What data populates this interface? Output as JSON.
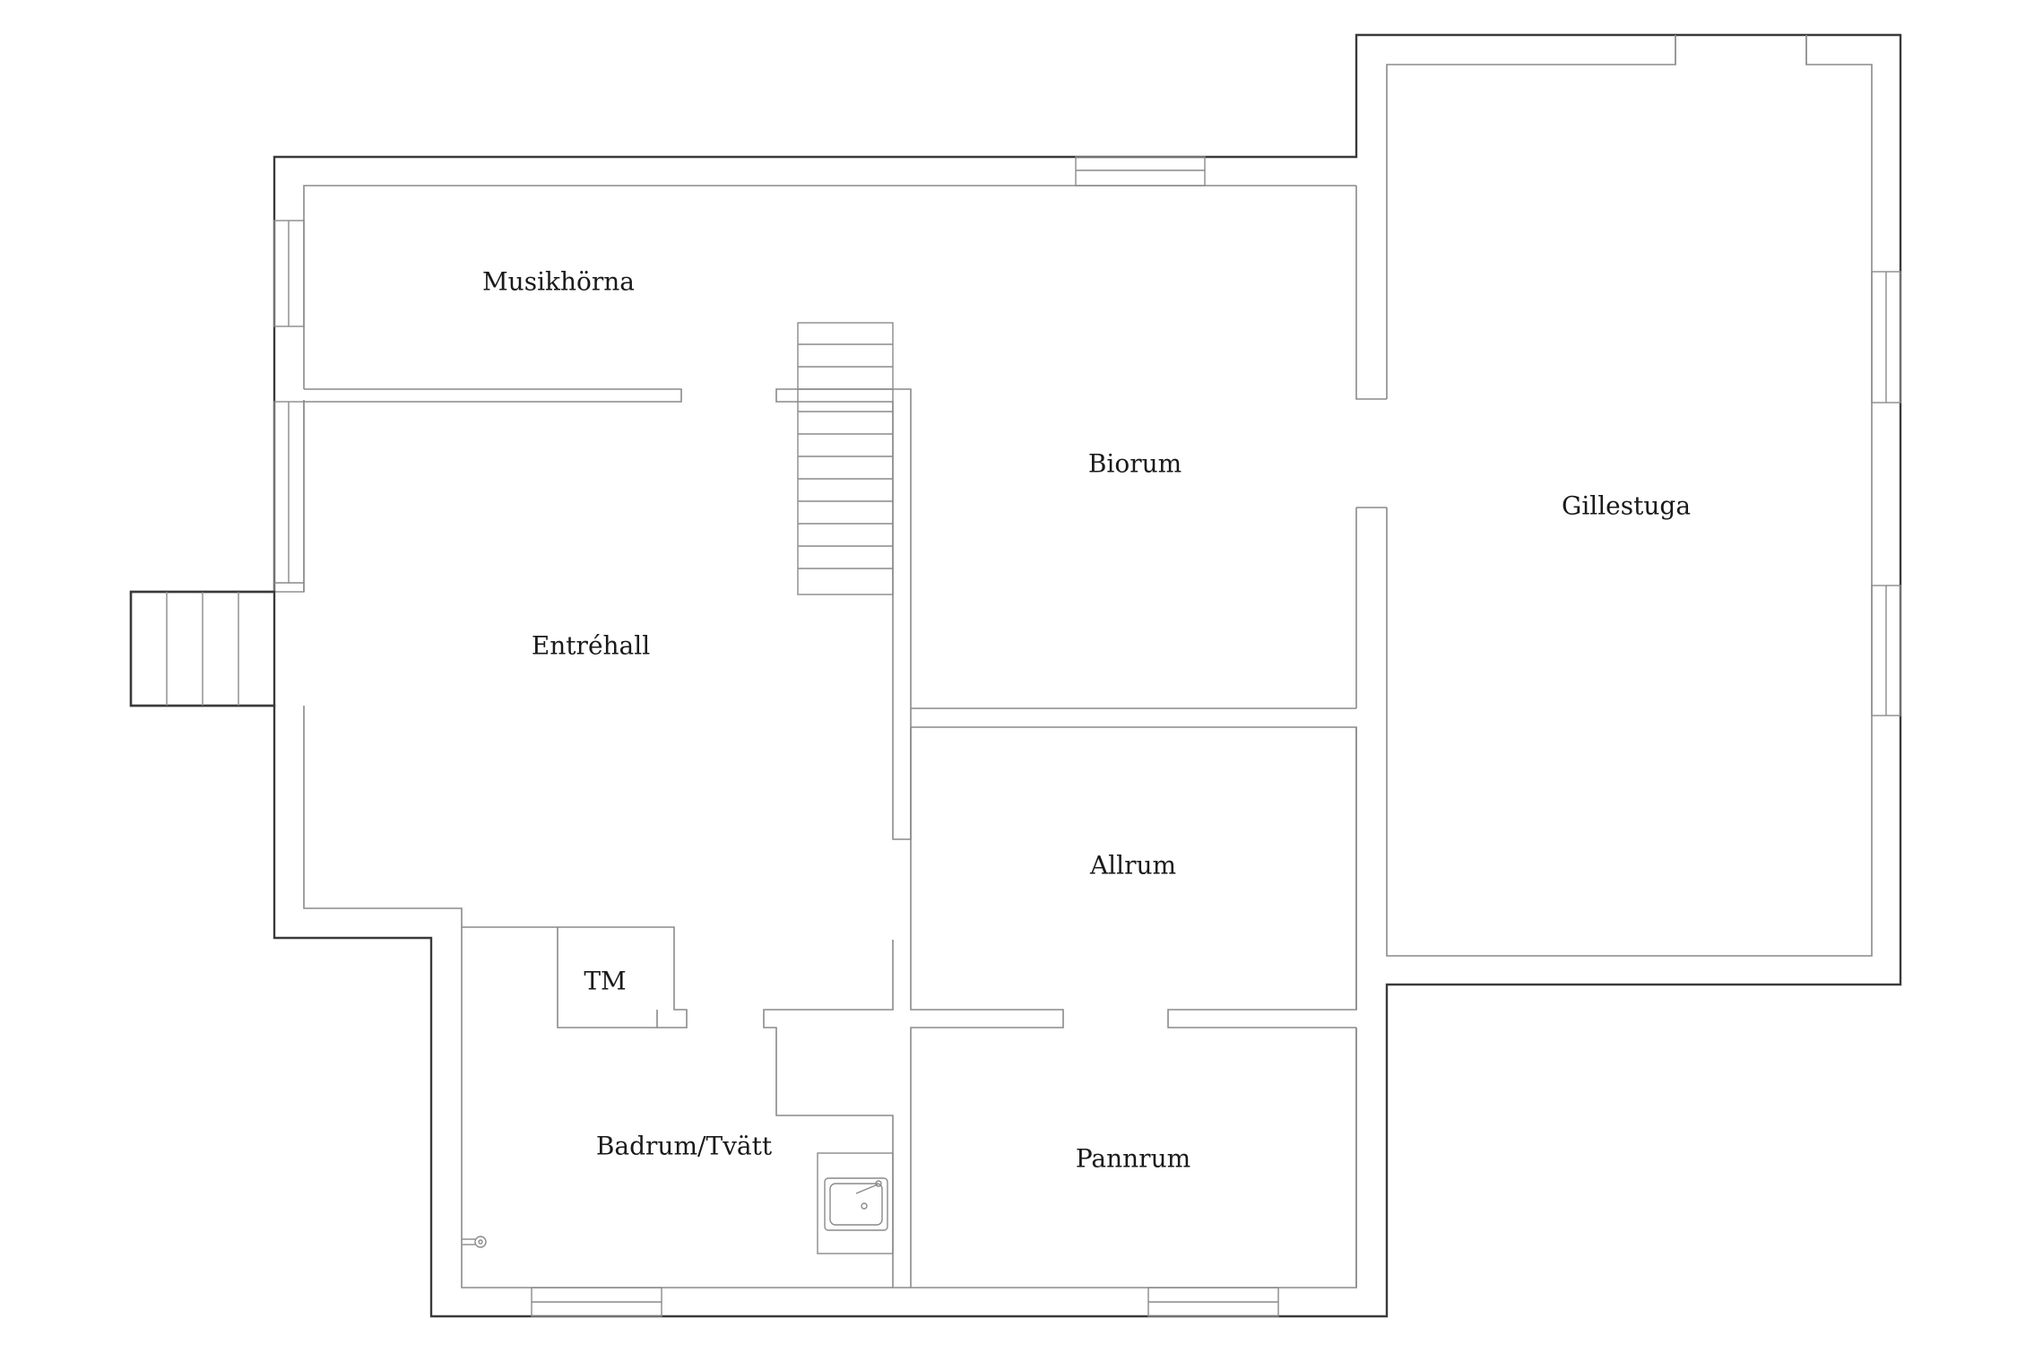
{
  "rooms": {
    "musikhorna": "Musikhörna",
    "biorum": "Biorum",
    "gillestuga": "Gillestuga",
    "entrehall": "Entréhall",
    "allrum": "Allrum",
    "tm": "TM",
    "badrum": "Badrum/Tvätt",
    "pannrum": "Pannrum"
  }
}
